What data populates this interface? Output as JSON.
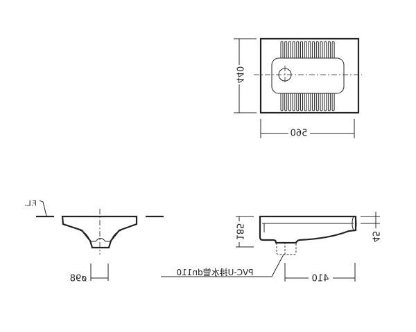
{
  "drawing": {
    "top_view": {
      "width_label": "560",
      "depth_label": "440"
    },
    "front_view": {
      "floor_label": "F.L.",
      "outlet_label": "ø98"
    },
    "side_view": {
      "height_label": "185",
      "rim_label": "45",
      "length_label": "410",
      "pipe_label": "PVC-U排水管dn110"
    }
  }
}
